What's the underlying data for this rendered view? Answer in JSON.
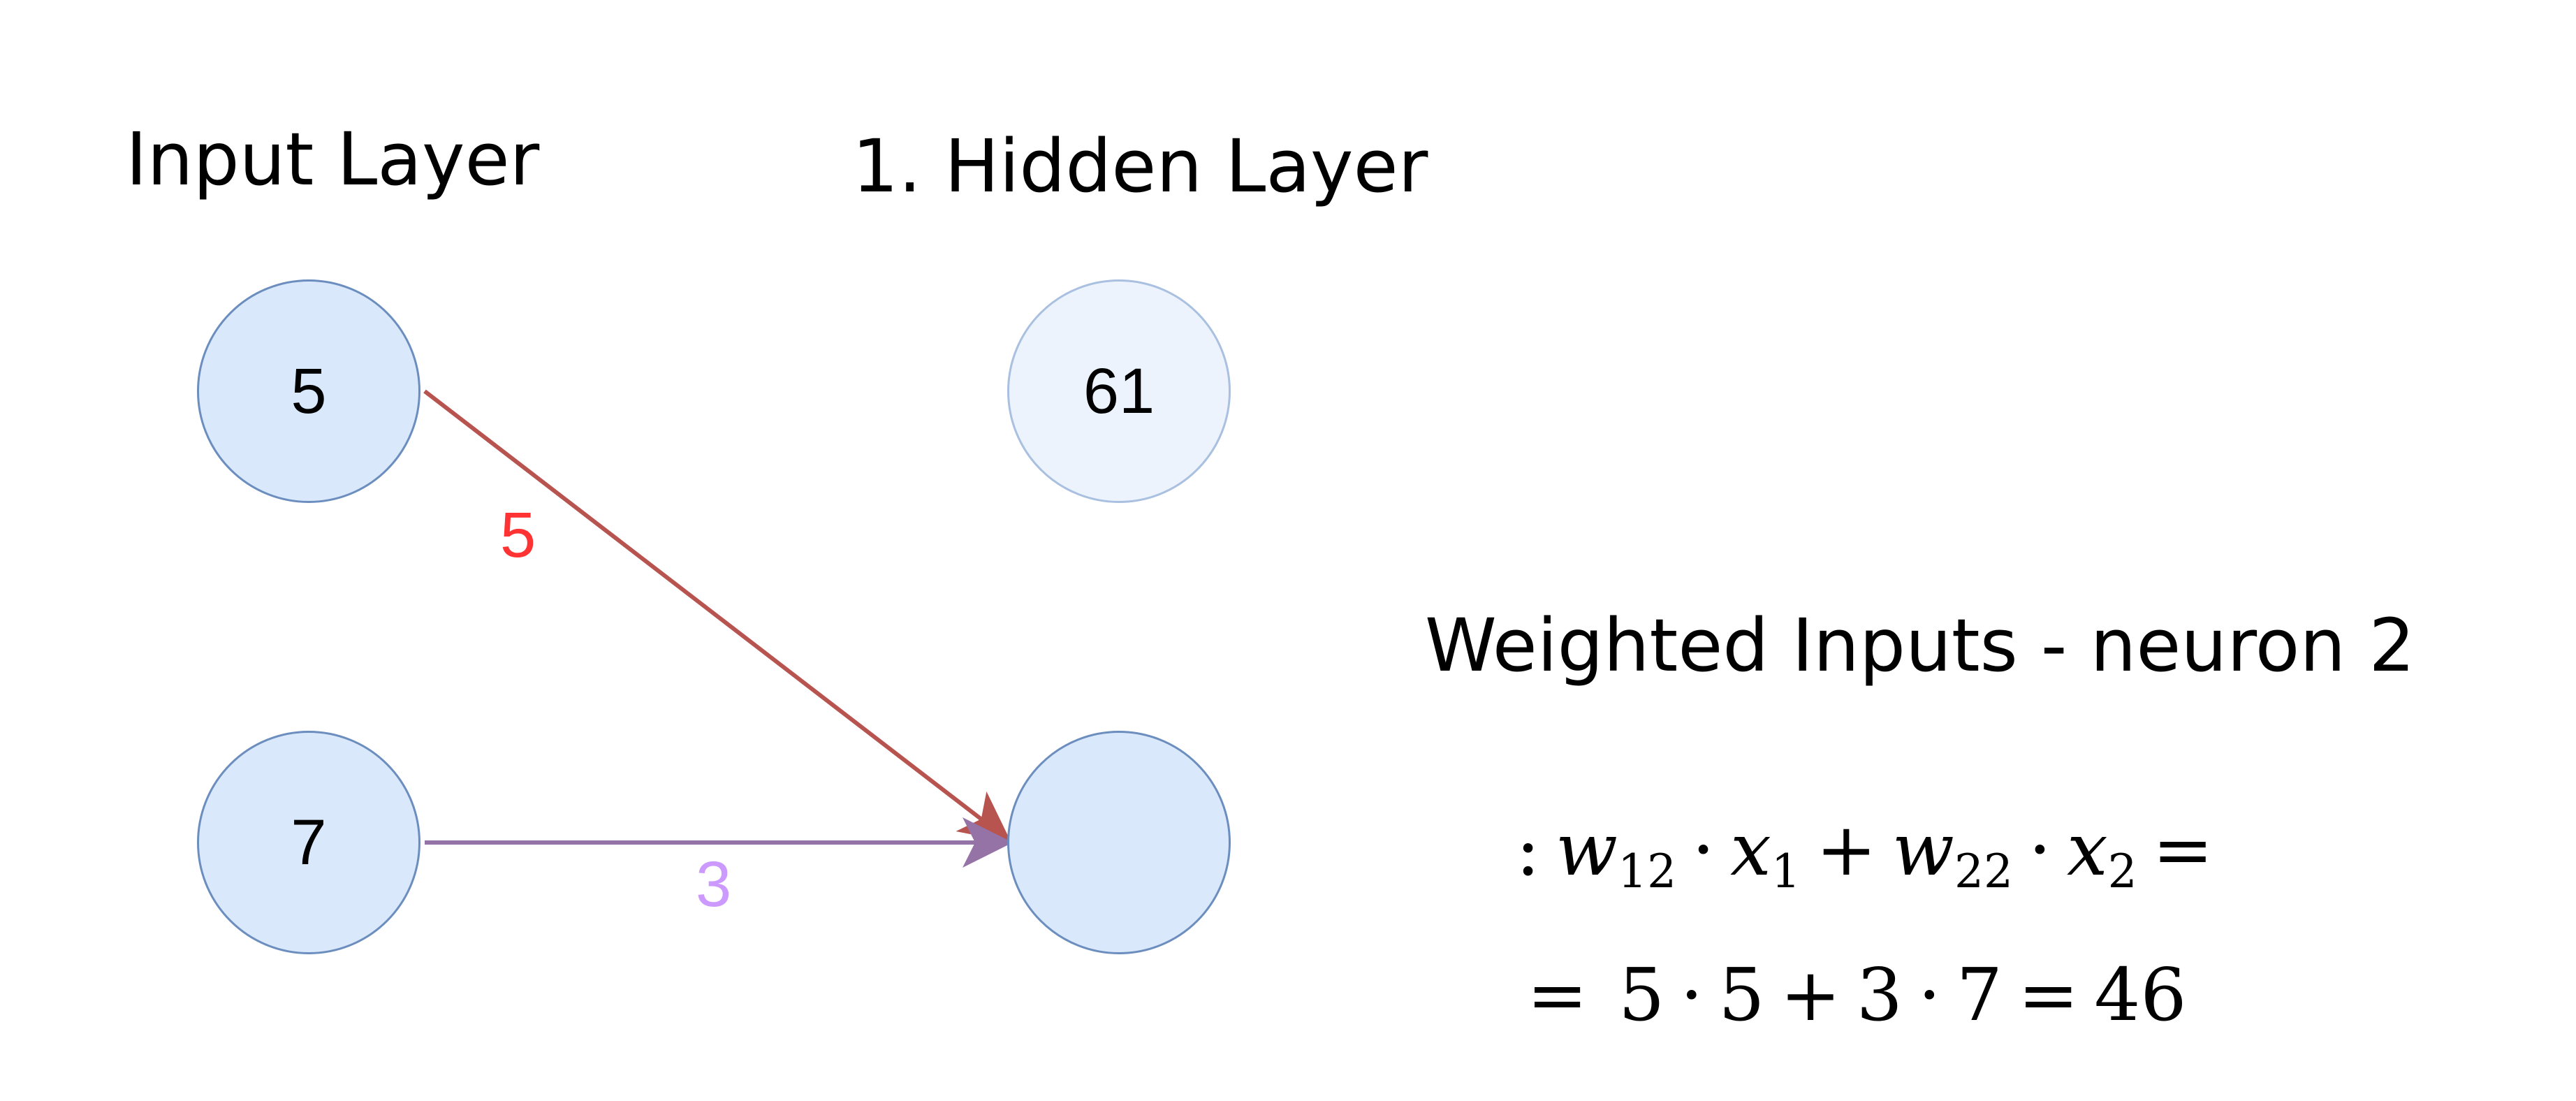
{
  "titles": {
    "input_layer": "Input Layer",
    "hidden_layer": "1. Hidden Layer",
    "formula_title": "Weighted Inputs - neuron 2"
  },
  "nodes": {
    "input_1": "5",
    "input_2": "7",
    "hidden_1": "61",
    "hidden_2": ""
  },
  "weights": {
    "w12": "5",
    "w22": "3"
  },
  "formula": {
    "line1": {
      "colon": ":",
      "w12_base": "w",
      "w12_sub": "12",
      "dot1": "·",
      "x1_base": "x",
      "x1_sub": "1",
      "plus": "+",
      "w22_base": "w",
      "w22_sub": "22",
      "dot2": "·",
      "x2_base": "x",
      "x2_sub": "2",
      "eq": "="
    },
    "line2": {
      "eq1": "=",
      "a": "5",
      "dot1": "·",
      "b": "5",
      "plus": "+",
      "c": "3",
      "dot2": "·",
      "d": "7",
      "eq2": "=",
      "result": "46"
    }
  },
  "colors": {
    "node_fill": "#dae8fc",
    "node_stroke": "#6c8ebf",
    "node_faded_fill": "#ecf3fd",
    "edge_1": "#b85450",
    "edge_2": "#9673a6",
    "weight_1_text": "#ff3333",
    "weight_2_text": "#cc99ff"
  }
}
